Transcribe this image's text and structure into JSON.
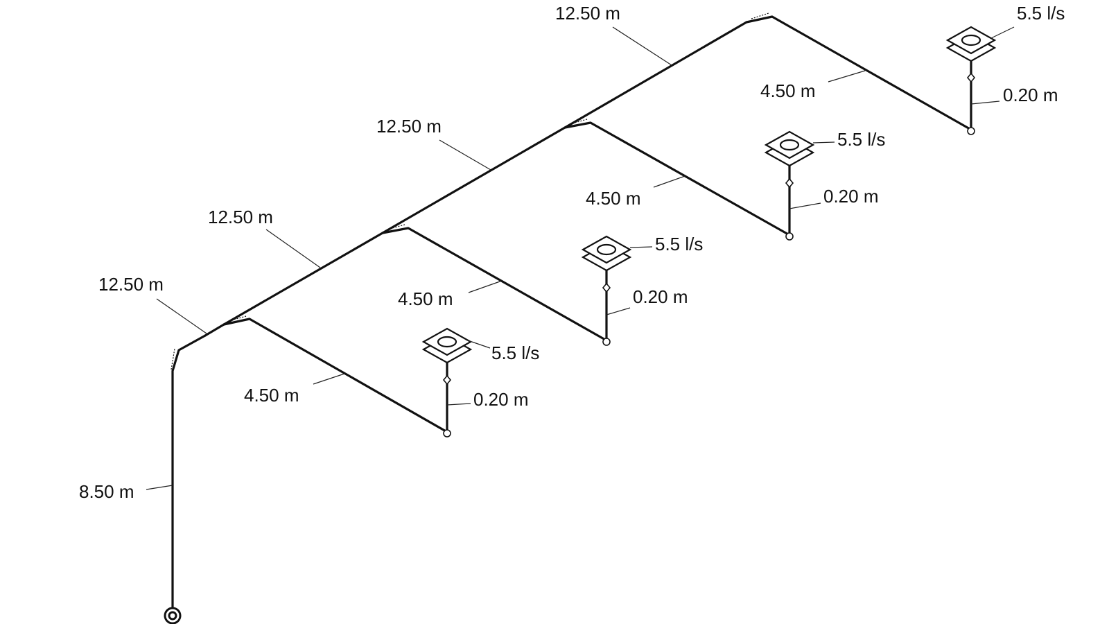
{
  "diagram": {
    "riser": {
      "length_label": "8.50 m"
    },
    "main_segments": [
      {
        "length_label": "12.50 m"
      },
      {
        "length_label": "12.50 m"
      },
      {
        "length_label": "12.50 m"
      },
      {
        "length_label": "12.50 m"
      }
    ],
    "branches": [
      {
        "length_label": "4.50 m",
        "drop_label": "0.20 m",
        "flow_label": "5.5 l/s"
      },
      {
        "length_label": "4.50 m",
        "drop_label": "0.20 m",
        "flow_label": "5.5 l/s"
      },
      {
        "length_label": "4.50 m",
        "drop_label": "0.20 m",
        "flow_label": "5.5 l/s"
      },
      {
        "length_label": "4.50 m",
        "drop_label": "0.20 m",
        "flow_label": "5.5 l/s"
      }
    ],
    "icons": {
      "source": "source-connection-icon",
      "outlet": "ceiling-outlet-icon",
      "valve": "valve-icon",
      "pipe_end": "pipe-end-icon"
    }
  }
}
